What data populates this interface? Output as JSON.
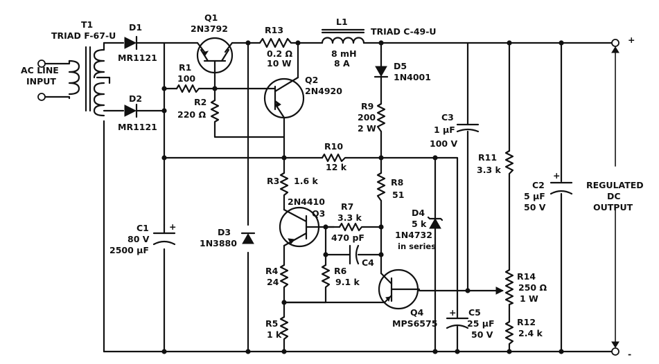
{
  "transformer": {
    "ref": "T1",
    "part": "TRIAD  F-67-U"
  },
  "ac_input": {
    "line1": "AC LINE",
    "line2": "INPUT"
  },
  "d1": {
    "ref": "D1",
    "part": "MR1121"
  },
  "d2": {
    "ref": "D2",
    "part": "MR1121"
  },
  "q1": {
    "ref": "Q1",
    "part": "2N3792"
  },
  "r13": {
    "ref": "R13",
    "value": "0.2 Ω",
    "rating": "10 W"
  },
  "l1": {
    "ref": "L1",
    "value": "8 mH",
    "rating": "8 A",
    "part": "TRIAD   C-49-U"
  },
  "r1": {
    "ref": "R1",
    "value": "100"
  },
  "r2": {
    "ref": "R2",
    "value": "220 Ω"
  },
  "q2": {
    "ref": "Q2",
    "part": "2N4920"
  },
  "d5": {
    "ref": "D5",
    "part": "1N4001"
  },
  "r9": {
    "ref": "R9",
    "value": "200",
    "rating": "2 W"
  },
  "c3": {
    "ref": "C3",
    "value": "1 μF",
    "rating": "100 V"
  },
  "r10": {
    "ref": "R10",
    "value": "12 k"
  },
  "r11": {
    "ref": "R11",
    "value": "3.3 k"
  },
  "c2": {
    "ref": "C2",
    "value": "5 μF",
    "rating": "50 V"
  },
  "output": {
    "line1": "REGULATED",
    "line2": "DC",
    "line3": "OUTPUT",
    "plus": "+",
    "minus": "-"
  },
  "r3": {
    "ref": "R3",
    "value": "1.6 k"
  },
  "r8": {
    "ref": "R8",
    "value": "51"
  },
  "q3": {
    "ref": "Q3",
    "part": "2N4410"
  },
  "r7": {
    "ref": "R7",
    "value": "3.3 k"
  },
  "c4": {
    "ref": "C4",
    "value": "470 pF"
  },
  "d4": {
    "ref": "D4",
    "value": "5 k",
    "part": "1N4732",
    "note": "in series"
  },
  "c1": {
    "ref": "C1",
    "rating": "80 V",
    "value": "2500 μF",
    "plus": "+"
  },
  "d3": {
    "ref": "D3",
    "part": "1N3880"
  },
  "r6": {
    "ref": "R6",
    "value": "9.1 k"
  },
  "r4": {
    "ref": "R4",
    "value": "24"
  },
  "q4": {
    "ref": "Q4",
    "part": "MPS6575"
  },
  "r14": {
    "ref": "R14",
    "value": "250 Ω",
    "rating": "1 W"
  },
  "r5": {
    "ref": "R5",
    "value": "1 k"
  },
  "c5": {
    "ref": "C5",
    "value": "25 μF",
    "rating": "50 V",
    "plus": "+"
  },
  "r12": {
    "ref": "R12",
    "value": "2.4 k"
  },
  "c2_plus": "+"
}
